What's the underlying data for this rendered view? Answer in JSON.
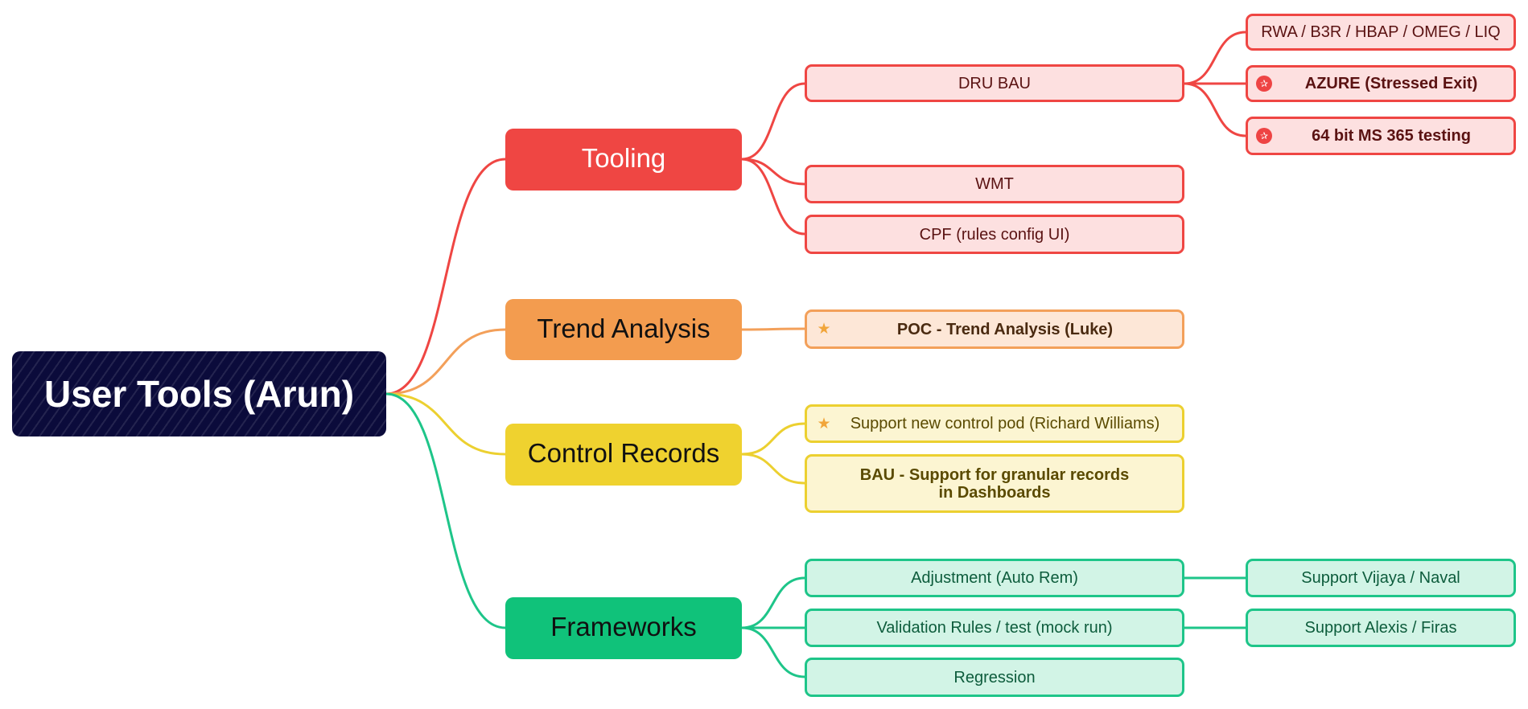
{
  "root": {
    "label": "User Tools (Arun)"
  },
  "colors": {
    "red": "#ef4643",
    "orange": "#f3a05a",
    "yellow": "#ecd030",
    "green": "#1ec589",
    "root": "#0b0b3b"
  },
  "branches": [
    {
      "label": "Tooling",
      "color": "red",
      "children": [
        {
          "label": "DRU BAU",
          "children": [
            {
              "label": "RWA / B3R / HBAP / OMEG / LIQ"
            },
            {
              "label": "AZURE (Stressed Exit)",
              "icon": "badge-icon",
              "emphasis": "bold"
            },
            {
              "label": "64 bit MS 365 testing",
              "icon": "badge-icon",
              "emphasis": "bold"
            }
          ]
        },
        {
          "label": "WMT"
        },
        {
          "label": "CPF (rules config UI)"
        }
      ]
    },
    {
      "label": "Trend Analysis",
      "color": "orange",
      "children": [
        {
          "label": "POC - Trend Analysis (Luke)",
          "icon": "star-icon",
          "emphasis": "bold"
        }
      ]
    },
    {
      "label": "Control Records",
      "color": "yellow",
      "children": [
        {
          "label": "Support new control pod (Richard Williams)",
          "icon": "star-icon"
        },
        {
          "label": "BAU - Support for granular records in Dashboards",
          "emphasis": "bold"
        }
      ]
    },
    {
      "label": "Frameworks",
      "color": "green",
      "children": [
        {
          "label": "Adjustment (Auto Rem)",
          "children": [
            {
              "label": "Support Vijaya / Naval"
            }
          ]
        },
        {
          "label": "Validation Rules / test (mock run)",
          "children": [
            {
              "label": "Support Alexis / Firas"
            }
          ]
        },
        {
          "label": "Regression"
        }
      ]
    }
  ]
}
